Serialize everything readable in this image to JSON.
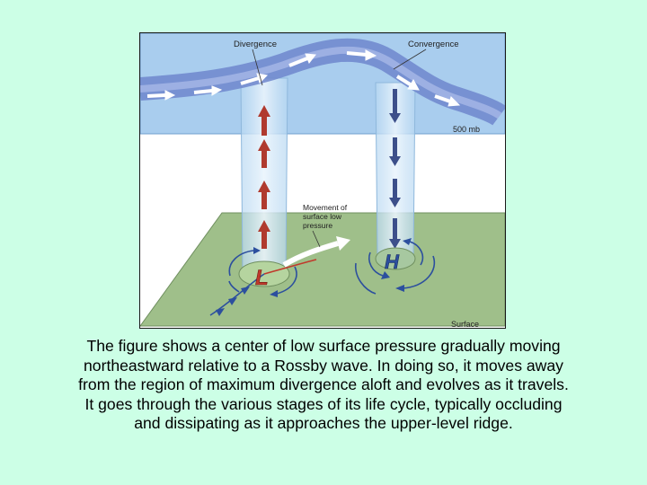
{
  "diagram": {
    "labels": {
      "divergence": "Divergence",
      "convergence": "Convergence",
      "level_500mb": "500 mb",
      "movement_line1": "Movement of",
      "movement_line2": "surface low",
      "movement_line3": "pressure",
      "surface": "Surface",
      "low_symbol": "L",
      "high_symbol": "H"
    },
    "colors": {
      "upper_plane": "#a9cdee",
      "surface_plane": "#9fbf8a",
      "jet_stream": "#6f86cc",
      "up_arrow": "#b03a2e",
      "down_arrow": "#3c4f8a",
      "low_symbol": "#c0392b",
      "high_symbol": "#2c4f9e"
    }
  },
  "caption": {
    "line1": "The figure shows a center of low surface pressure gradually moving",
    "line2": "northeastward relative to a Rossby wave. In doing so, it moves away",
    "line3": "from the region of maximum divergence aloft and evolves as it travels.",
    "line4": "It goes through the various stages of its life cycle, typically occluding",
    "line5": "and dissipating as it approaches the upper-level ridge."
  }
}
